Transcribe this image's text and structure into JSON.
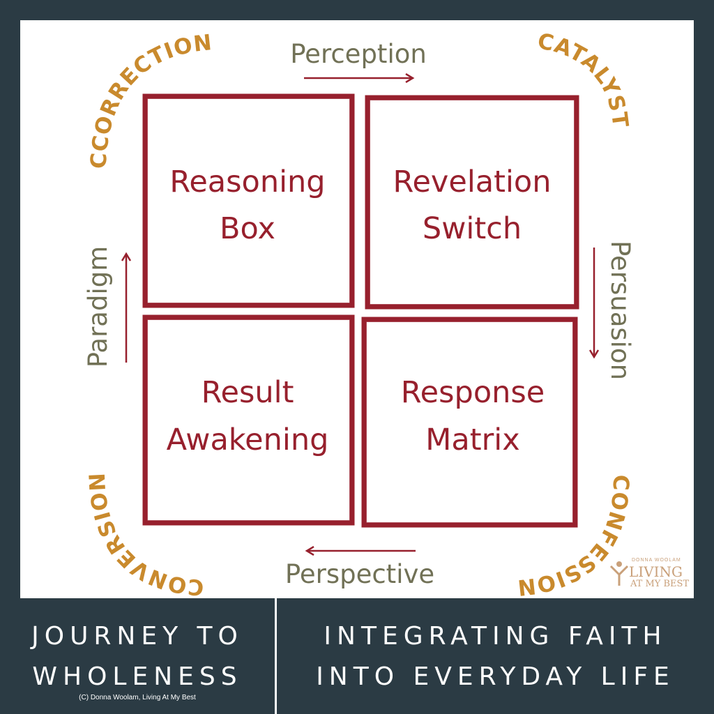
{
  "quadrants": [
    {
      "line1": "Reasoning",
      "line2": "Box"
    },
    {
      "line1": "Revelation",
      "line2": "Switch"
    },
    {
      "line1": "Result",
      "line2": "Awakening"
    },
    {
      "line1": "Response",
      "line2": "Matrix"
    }
  ],
  "flows": {
    "top": "Perception",
    "right": "Persuasion",
    "bottom": "Perspective",
    "left": "Paradigm"
  },
  "corners": {
    "top_left": "CCORRECTION",
    "top_right": "CATALYST",
    "bottom_right": "CONFESSION",
    "bottom_left": "CONVERSION"
  },
  "footer": {
    "left_line1": "JOURNEY TO",
    "left_line2": "WHOLENESS",
    "right_line1": "INTEGRATING FAITH",
    "right_line2": "INTO EVERYDAY LIFE",
    "copyright": "(C) Donna Woolam, Living At My Best"
  },
  "logo": {
    "top": "DONNA WOOLAM",
    "middle": "LIVING",
    "bottom": "AT MY BEST"
  },
  "colors": {
    "background": "#2b3b44",
    "quadrant": "#97202d",
    "flow": "#717156",
    "corner": "#c98a2d"
  }
}
